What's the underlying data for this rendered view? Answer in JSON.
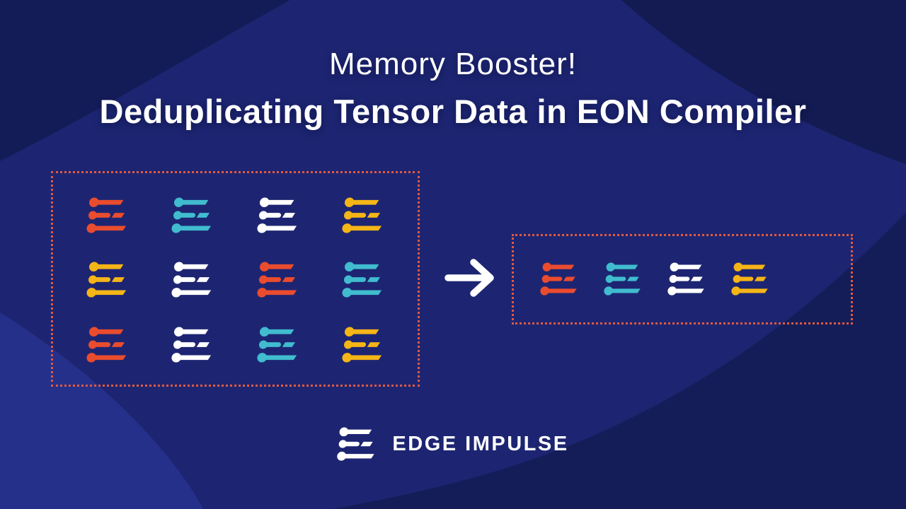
{
  "title": {
    "line1": "Memory Booster!",
    "line2": "Deduplicating Tensor Data in EON Compiler"
  },
  "diagram": {
    "before_box": {
      "rows": [
        [
          "red",
          "teal",
          "white",
          "yellow"
        ],
        [
          "yellow",
          "white",
          "red",
          "teal"
        ],
        [
          "red",
          "white",
          "teal",
          "yellow"
        ]
      ]
    },
    "after_box": {
      "row": [
        "red",
        "teal",
        "white",
        "yellow"
      ]
    }
  },
  "logo": {
    "text": "EDGE IMPULSE"
  },
  "colors": {
    "red": "#EA4C2E",
    "teal": "#40BCCE",
    "white": "#FFFFFF",
    "yellow": "#F5B517",
    "background": "#1D2572",
    "background_dark": "#141C58",
    "background_darker": "#131B52",
    "background_light": "#25308A",
    "dotted_border": "#E2593F",
    "arrow": "#FFFFFF",
    "title_text": "#FFFFFF"
  }
}
